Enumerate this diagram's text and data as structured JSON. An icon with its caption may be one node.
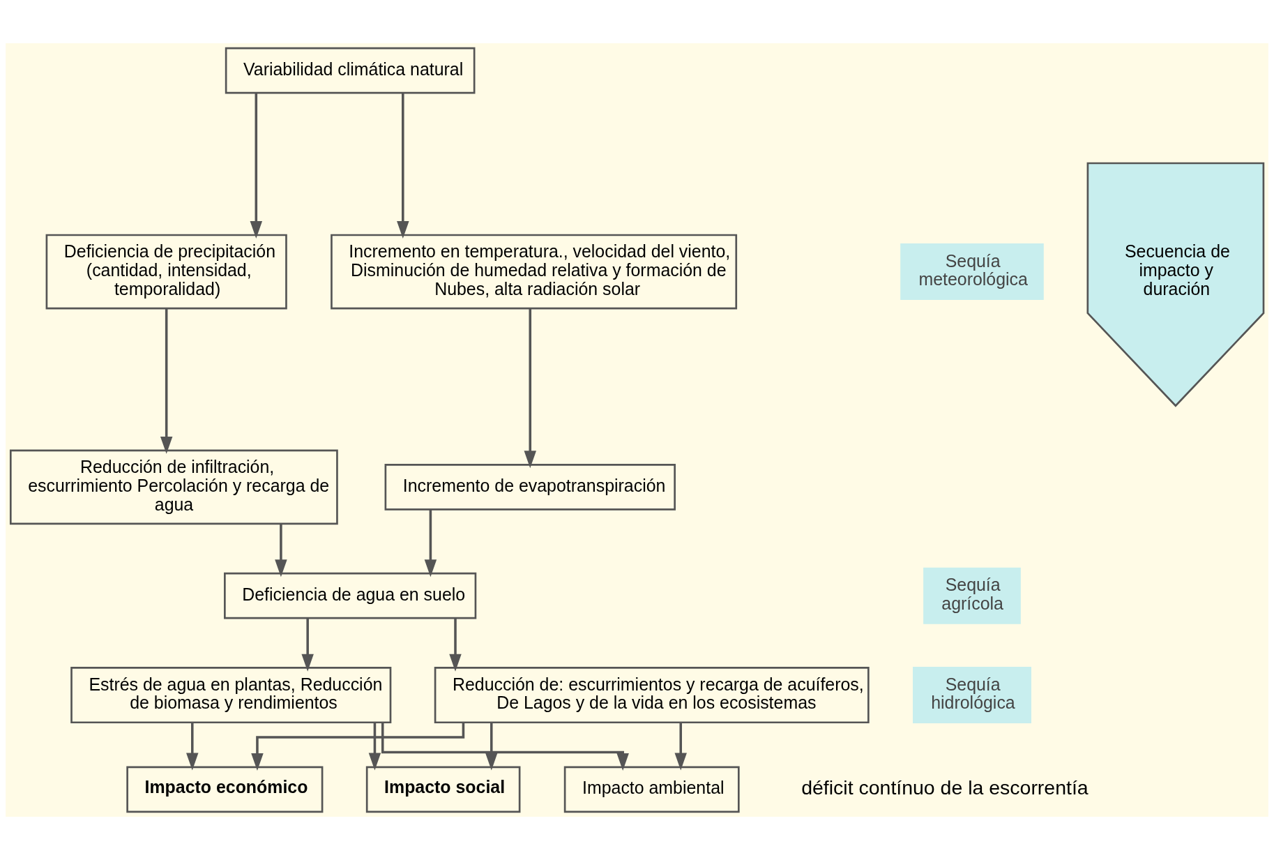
{
  "diagram": {
    "nodes": [
      {
        "text": [
          "Variabilidad climática natural"
        ]
      },
      {
        "text": [
          "Deficiencia de precipitación (cantidad, intensidad, temporalidad)"
        ]
      },
      {
        "text": [
          "Incremento en temperatura., velocidad del viento, Disminución de humedad relativa y formación de Nubes, alta radiación solar"
        ]
      },
      {
        "text": [
          "Reducción de infiltración, escurrimiento Percolación y recarga de agua"
        ]
      },
      {
        "text": [
          "Incremento de evapotranspiración"
        ]
      },
      {
        "text": [
          "Deficiencia de agua en suelo"
        ]
      },
      {
        "text": [
          "Estrés de agua en plantas, Reducción de biomasa y rendimientos"
        ]
      },
      {
        "text": [
          "Reducción de: escurrimientos y recarga de acuíferos, De Lagos y de la vida en los ecosistemas"
        ]
      },
      {
        "text": [
          "Impacto económico"
        ]
      },
      {
        "text": [
          "Impacto social"
        ]
      },
      {
        "text": [
          "Impacto ambiental"
        ]
      },
      {
        "text": [
          "Sequía meteorológica"
        ]
      },
      {
        "text": [
          "Sequía agrícola"
        ]
      },
      {
        "text": [
          "Sequía hidrológica"
        ]
      },
      {
        "text": [
          "Secuencia de impacto y duración"
        ]
      }
    ],
    "edges": [
      {
        "from": 0,
        "to": 1,
        "arrow": "to"
      },
      {
        "from": 0,
        "to": 2,
        "arrow": "to"
      },
      {
        "from": 1,
        "to": 3,
        "arrow": "to"
      },
      {
        "from": 2,
        "to": 4,
        "arrow": "to"
      },
      {
        "from": 3,
        "to": 5,
        "arrow": "to"
      },
      {
        "from": 4,
        "to": 5,
        "arrow": "to"
      },
      {
        "from": 5,
        "to": 6,
        "arrow": "to"
      },
      {
        "from": 5,
        "to": 7,
        "arrow": "to"
      },
      {
        "from": 7,
        "to": 8,
        "arrow": "to"
      },
      {
        "from": 7,
        "to": 9,
        "arrow": "to"
      },
      {
        "from": 7,
        "to": 10,
        "arrow": "to"
      },
      {
        "from": 6,
        "to": 8,
        "arrow": "to"
      },
      {
        "from": 6,
        "to": 9,
        "arrow": "to"
      },
      {
        "from": 6,
        "to": 10,
        "arrow": "to"
      }
    ],
    "labels": [
      "déficit contínuo de la escorrentía"
    ]
  }
}
